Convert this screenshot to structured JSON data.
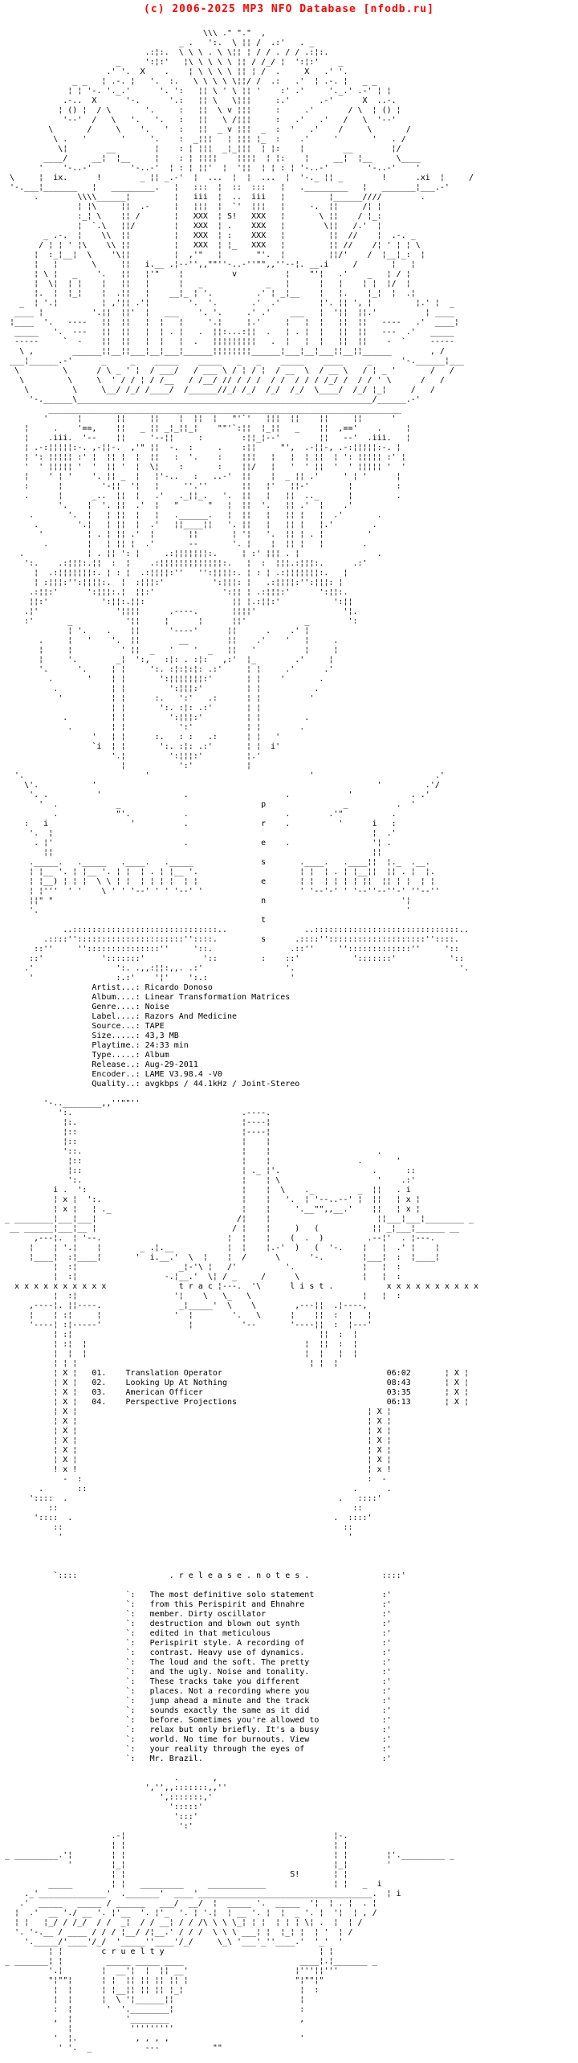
{
  "header": {
    "copyright": "(c) 2006-2025 MP3 NFO Database [nfodb.ru]",
    "color": "#ff0000"
  },
  "release_info": {
    "fields": [
      {
        "label": "Artist...:",
        "value": "Ricardo Donoso"
      },
      {
        "label": "Album....:",
        "value": "Linear Transformation Matrices"
      },
      {
        "label": "Genre....:",
        "value": "Noise"
      },
      {
        "label": "Label....:",
        "value": "Razors And Medicine"
      },
      {
        "label": "Source...:",
        "value": "TAPE"
      },
      {
        "label": "Size.....:",
        "value": "43,3 MB"
      },
      {
        "label": "Playtime.:",
        "value": "24:33 min"
      },
      {
        "label": "Type.....:",
        "value": "Album"
      },
      {
        "label": "Release..:",
        "value": "Aug-29-2011"
      },
      {
        "label": "Encoder..:",
        "value": "LAME V3.98.4 -V0"
      },
      {
        "label": "Quality..:",
        "value": "avgkbps / 44.1kHz / Joint-Stereo"
      }
    ]
  },
  "track_list": {
    "section_words": "t r a c   l i s t .",
    "x_border": "x x x x x x x x x x",
    "tracks": [
      {
        "number": "01.",
        "title": "Translation Operator",
        "duration": "06:02"
      },
      {
        "number": "02.",
        "title": "Looking Up At Nothing",
        "duration": "08:43"
      },
      {
        "number": "03.",
        "title": "American Officer",
        "duration": "03:35"
      },
      {
        "number": "04.",
        "title": "Perspective Projections",
        "duration": "06:13"
      }
    ]
  },
  "release_notes": {
    "title": ". r e l e a s e . n o t e s .",
    "lines": [
      "The most definitive solo statement",
      "from this Perispirit and Ehnahre",
      "member. Dirty oscillator",
      "destruction and blown out synth",
      "edited in that meticulous",
      "Perispirit style. A recording of",
      "contrast. Heavy use of dynamics.",
      "The loud and the soft. The pretty",
      "and the ugly. Noise and tonality.",
      "These tracks take you different",
      "places. Not a recording where you",
      "jump ahead a minute and the track",
      "sounds exactly the same as it did",
      "before. Sometimes you're allowed to",
      "relax but only briefly. It's a busy",
      "world. No time for burnouts. View",
      "your reality through the eyes of",
      "Mr. Brazil."
    ]
  },
  "art": {
    "tokens": {
      "left_numeral": "ix.",
      "right_numeral": ".xi",
      "group_initials": "S!",
      "presents_vertical": "p r e s e n t s :",
      "proudly_script": "proudly",
      "bottom_word": "c r u e l t y"
    },
    "top": [
      "",
      "                                          \\\\\\ .\" \".\"  ,",
      "                                     _ .   ':.  \\ ¦¦ /  .:'   . _",
      "                              .:¦:.  \\ \\ \\ . \\ \\¦¦ ¦ / / . / / .:¦:.",
      "                        _     ':¦:'   ¦\\ \\ \\ \\ \\ ¦¦ / /_/ ¦  ':¦:'    _",
      "                      .' '.  X    .    ¦ \\ \\ \\ \\ ¦¦ ¦ /  .     X   .' '.",
      "               _ _   ¦ .-. ¦   '.  :.   \\ \\ \\ \\ \\¦¦/ /  .:   .'  ¦ .-. ¦   _ _",
      "              ¦ ¦ '-. '._.'      '. ':   ¦¦ \\ ' \\ ¦¦ '    :' .'     '._.' .-' ¦ ¦",
      "             .-..  X      '-.      '.:   ¦¦ \\   \\¦¦¦     :.'      .-'      X  ..-.",
      "            ¦ () ¦  / \\       '.     :   ¦¦  \\ v ¦¦¦     :     .'       / \\  ¦ () ¦",
      "             '--'  /   \\   '.   '.   :   ¦¦   \\ /¦¦¦     :   .'   .'   /   \\  '--'",
      "          \\       /     \\    '.   '  :   ¦¦  _ v ¦¦¦  _  :  '   .'    /     \\       /",
      "           \\ .   '       '     '.    :  _¦¦¦   ¦ ¦¦¦ ¦_  :    .'     '       '   . /",
      "            \\¦        __        ¦    : ¦ ¦¦¦  _¦_¦¦¦  ¦ ¦:    ¦        __        ¦/",
      "         ____/     __¦  ¦__     ¦    : ¦ ¦¦¦¦    ¦¦¦¦  ¦ ¦:    ¦     __¦  ¦__     \\____",
      "        '    '-..-'        '-..-'  ¦ : ¦ ¦¦'  ¦  '¦¦  ¦ ¦ : ¦ '-..-'        '-..-'    '",
      "  \\     ¦  ix.      !        _ ¦¦ _.-'  ¦  ...  ¦  ¦  ...  ¦  '-._ ¦¦ _        !      .xi  ¦     /",
      "  '-.___¦_______   ¦   _________.   ¦   :::  ¦  ::  :::   ¦   ._________   ¦   _______¦___.-'",
      "       .        \\\\\\\\______¦         ¦   iii  ¦  ..  iii   ¦         ¦______////        .",
      "                ¦ ¦\\     ¦¦  .-     ¦   ¦¦¦  ¦  `'  ¦¦¦   ¦     -.  ¦¦     /¦ ¦",
      "                :_¦ \\    ¦¦ /       ¦   XXX  ¦ S!   XXX   ¦       \\ ¦¦    / ¦_:",
      "                ¦  `.\\   ¦¦/        ¦   XXX  ¦ .    XXX   ¦        \\¦¦   /.'  ¦",
      "         _ .-.  ¦    \\\\  ¦¦         ¦   XXX  ¦ :    XXX   ¦         ¦¦  //    ¦  .-. _",
      "        / ¦ ¦ ' ¦\\    \\\\ ¦¦         ¦   XXX  ¦ ¦_   XXX   ¦         ¦¦ //    /¦ ' ¦ ¦ \\",
      "       ¦  :_¦__¦  \\    '\\¦¦         ¦  ,'\"   ¦       \"'.  ¦         ¦¦/'    /  ¦__¦_:  ¦",
      "       ¦   ¦       \\     ¦¦   i.__ .¦--'',,\"\"''-..-''\"\",,''--¦. __.i     /       ¦   ¦",
      "       ¦ \\ ¦   _    '.   ¦¦   ¦'\"    ¦          v          ¦    \"'¦   .'    _   ¦ / ¦",
      "       ¦  \\¦  ¦ ¦    ¦   ¦¦   ¦      ¦   _             _   ¦      ¦   ¦    ¦ ¦  ¦/  ¦",
      "       ¦.  ¦  ¦_¦    ¦  .¦¦   ¦    __¦_ ¦ '.         .' ¦ _¦__    ¦   ¦.    ¦_¦  ¦  .¦",
      "    _  ¦ '.¦         ¦ ,'¦¦ .'¦        '.  '.       .'  .'        ¦'. ¦¦ ', ¦         ¦.' ¦  _",
      "   ____ ¦          '.¦¦  ¦¦'  ¦   ___    '. '.     .' .'    ___   ¦  '¦¦  ¦¦.'          ¦ ____",
      "  ¦____  '.   ----   ¦¦  ¦¦   ¦  ¦   ¦     '.¦     ¦.'     ¦   ¦  ¦   ¦¦  ¦¦   ----   .'  ____¦",
      "   _____   '.  ---   ¦¦  ¦¦   ¦  ¦ . ¦   .  ¦¦:...:¦¦  .   ¦ . ¦  ¦   ¦¦  ¦¦   ---  .'   _____",
      "   -----     `  -    ¦¦  ¦¦   ¦  ¦   ¦  .   ¦¦¦¦¦¦¦¦¦   .  ¦   ¦  ¦   ¦¦  ¦¦    -  `     -----",
      "    \\ ,        ______¦¦__¦¦___¦__¦___¦______¦¦¦¦¦¦¦¦______¦___¦__¦___¦¦__¦¦______        , /",
      "  ___¦______.-'      _     _    _____    _____   _   _    _____    ____     _      '-.______¦___",
      "   \\         \\      / \\ _ ' ¦  / ___/   / ___ \\ / ¦ / ¦  / __  \\  / __ \\   / ¦ _ '       /   /",
      "    \\         \\     \\  ' / / ¦ / /__   / /__/ // / / /  / /  / / / /_/ /  / / ' \\      /   /",
      "     \\         \\     \\__/ /_/ /____/  /______//_/ /_/  /_/  /_/  \\____/  /_/ ¦_¦     /   /",
      "      '-.______\\_____________________________________________________________/______.-'",
      "          _________________________________________________________________________",
      "         '      ¦       ¦¦     ¦¦    ¦  ¦¦  ¦   \"'`'   ¦¦¦  ¦¦    ¦¦     ¦¦      '",
      "     ¦     .    '==,    ¦¦   _ ¦¦ _¦_¦¦_¦    \"\"'`:¦¦  ¦_¦¦   _    ¦¦  ,=='    .     ¦",
      "     ¦    .iii.  '--    ¦¦     '--¦¦     :        :¦¦_¦--'        ¦¦   --'  .iii.   ¦",
      "     ¦ .-:¦¦¦¦¦:-. ,-¦¦-.  ,'\" ¦¦  -.  :     .    :¦¦     \"',  .-¦¦-, .-:¦¦¦¦¦:-. ¦",
      "     ¦ ': ¦¦¦¦¦ :' ¦  ¦¦ ¦  ¦  ¦¦   :  '.    :    ¦¦¦   ¦   ¦  ¦ ¦¦  ¦ ': ¦¦¦¦¦ :' ¦",
      "     '  ' ¦¦¦¦¦ '  '  ¦¦ '  ¦  \\¦    :       :    ¦¦/   ¦   '  ' ¦¦  '  ' ¦¦¦¦¦ '  '",
      "     ¦    ' ¦ '    '. ¦¦ _  ¦   ¦'-..   :   ..-'  ¦¦    ¦  _ ¦¦ .'     ' ¦ '      ¦",
      "     :      ¦        '-¦¦  '¦   ¦     ''.''       ¦¦   ¦'   ¦¦-'        ¦         :",
      "     .      ¦      _..  ¦¦  ¦   .'   ._¦¦_.   '.  ¦¦   ¦   ¦¦  .._      ¦         .",
      "            '.    ¦  '. ¦¦  .'  ¦   \"      \"   ¦  ¦¦  '.   ¦¦ .'  ¦    .'",
      "      .       '.  ¦   ¦ ¦¦  ¦   ¦   .______.   ¦  ¦¦   ¦   ¦¦ ¦   ¦  .'       .",
      "       .        '.¦   ¦ ¦¦  ¦  .'   ¦¦____¦¦   '. ¦¦   ¦   ¦¦ ¦   ¦.'        .",
      "        '         ¦ . ¦ ¦¦ .'  ¦       ¦¦       ¦ '¦   '.  ¦¦ ¦ . ¦         '",
      "         .        ¦   ¦ ¦¦ ¦  .'       --       '. ¦    ¦  ¦¦ ¦   ¦        .",
      "    .             ¦ . ¦¦ ': ¦     .:¦¦¦¦¦¦¦:.     ¦ :' ¦¦¦ . ¦                .",
      "     ':.    .:¦¦¦:.¦¦  :  ¦    .:¦¦¦¦¦¦¦¦¦¦¦¦¦:.   ¦  :  ¦¦¦.:¦¦¦:.      .:'",
      "       ¦  .:¦¦¦¦¦¦¦:. ¦ : ¦  .:¦¦¦¦:''   '':¦¦¦¦:. ¦ : ¦ .:¦¦¦¦¦¦¦:.   ¦",
      "       ¦ :¦¦¦:'':¦¦¦¦:.  ¦  :¦¦¦:'          ':¦¦¦: ¦   .:¦¦¦¦:'':¦¦¦: ¦",
      "      .:¦¦:'      ':¦¦¦:.¦  ¦¦:'              ':¦¦ ¦ .:¦¦¦:'      ':¦¦:.",
      "      ¦¦:'           ':¦¦:.¦¦:                  ¦¦ ¦.:¦¦:'           ':¦¦",
      "     .¦'                '¦¦¦¦      .----.       ¦¦¦¦'                  '¦.",
      "     :'       _           '¦¦     ¦      ¦      ¦¦'            _        ':",
      "              ¦ '.    .    ¦¦      '----'      ¦¦      .    .' ¦",
      "        .     ¦   '    '.  ¦¦        __        ¦¦    .'    '   ¦     .",
      "        ¦     ¦          ' ¦¦  _   '    '  _   ¦¦   '          ¦     ¦",
      "        ¦     '.        _¦  ':,   :¦: . :¦:   ,:'  ¦_        .'     ¦",
      "        '.      '.     ¦ ¦     ':. :¦:¦:¦: .:'     ¦ ¦     .'      .'",
      "          .       '    ¦ ¦       ':¦¦¦¦¦¦¦:'       ¦ ¦    '       .",
      "           .           ¦ ¦         ':¦¦¦:'         ¦ ¦           .",
      "            '          ¦ ¦      :.   ':'   .:      ¦ ¦          '",
      "                       ¦ ¦       ':. :¦: .:'       ¦ ¦",
      "             .         ¦ ¦         ':¦¦¦:'         ¦ ¦         .",
      "              .        ¦ ¦           ':'           ¦ ¦        .",
      "                   '   ¦ ¦      :.   : :   .:      ¦ ¦   '",
      "                   `i  ¦ ¦       ':. :¦: .:'       ¦ ¦  i'",
      "                       '.¦         ':¦¦¦:'         ¦.'",
      "                         ¦           ':'           ¦",
      "   '.                         '                                 '                         .'",
      "     \\'.           '                                                          '         .'/",
      "      '. .          '                 .                    .            '            . .'",
      "        '  .            _                             p                _          .  '",
      "           .            \"'.           .                    .        .'\"          .",
      "     :   i                 '          .               r    .          '      i   :",
      "      '.  ¦                                                                  ¦  .'",
      "       . ¦'                           .               e    .                 '¦ .",
      "         ¦¦                                                                  ¦¦",
      "      ._____.   ._____   .____.   ._____              s       .____.   .____¦¦  ¦._  .__.",
      "      ¦ ¦__ '. ¦ ¦__ '. ¦ ¦  ¦ . ¦ ¦__ '.                     ¦ ¦  ¦ . ¦ ¦__¦¦  ¦¦ . ¦  ¦.",
      "      ¦ ¦__) ¦ ¦ ¦  \\ \\ ¦ ¦  ¦ ¦ ¦ ¦  ¦ ¦             e       ¦ ¦  ¦ ¦ ¦ ¦ ¦¦  ¦¦ ¦ ¦  ¦ ¦",
      "      ¦ ¦'''  ' '    \\ ' ' '--' ' ' '--' '                    ' '--'-' ' '--''--''-' ''--''",
      "      ¦¦\" \"                                           n                            '¦",
      "      '.                                                                            '",
      "                                                      t",
      "             ..::::::::::::::::::::::::::::::..                ..::::::::::::::::::::::::::::::..",
      "         .::::''::::::::::::::::::::::''::::.         s      .::::''::::::::::::::::::::''::::.",
      "       ::''     '':::::::::::::::''     '::.                .::''     '':::::::::::::''     '::",
      "      ::'            ':::::::'            '::         :    ::'           ':::::::'           '::",
      "     .'                 ':. .,,:¦¦:,,. .:'                 '.                                  '.",
      "      '                 :.:'    '¦'    ':.:                 '"
    ],
    "middle": [
      "",
      "         '-..________,,''\"\"''",
      "            ':.                                   .----.",
      "             ¦:.                                  ¦----¦",
      "             ¦::                                  ¦----¦",
      "             ¦::                                  ¦    ¦",
      "             '::.                                 ¦    ¦                      .",
      "              ¦::                                 ¦    ¦                  .       '",
      "              ¦::                                 ¦ ._ ¦'.                   .      ::",
      "              ':.                                 ¦    ¦ \\                    '    .:'",
      "           i .  ':                                ¦    ¦  \\    ._         _  ¦¦   . i",
      "           ¦ x ¦  ':.                             ¦    ¦   '.  ¦ '--..--' ¦  ¦¦   ¦ x ¦",
      "           ¦ x ¦   ¦ ._                           ¦    ¦     '.__\"\",,__.'    ¦¦   ¦ x ¦",
      " _ ________¦___¦___¦                             /¦    ¦                      ¦¦___¦___¦________ _",
      "  __ ______¦___¦__ ¦                            / ¦    ¦     )   (           ¦¦ _¦___¦______ __",
      "       ,---¦.  ¦ '--.                          ¦  ¦    ¦    (  .  )         .--¦'  . ¦---.",
      "      ¦    ¦ '.¦    ¦        _ .¦.__           ¦  ¦    ¦.-'  )   (  '-.    ¦   ¦  .' ¦    ¦",
      "      ¦____¦  :¦____¦       '  i.__.'  \\  ¦    ¦  /      \\      '-.        ¦___¦  :  ¦____¦",
      "           ¦  :¦                     _¦-'\\ ¦   /'          '.              ¦   ¦  :",
      "           ¦  :¦                  -.¦__.'  \\¦ / _     /      \\             ¦   ¦  :",
      "   x x x x x x x x x x               t r a c ¦---.  '\\      l i s t .           x x x x x x x x x x",
      "           ¦  :¦                    '¦    \\   \\_   \\                       ¦   ¦  :",
      "      ,----¦. ¦¦----.                _¦_____'  \\    \\        ,---¦¦  .¦----,",
      "      ¦    ¦ :¦     ¦               '  ¦        '.   \\      ¦    ¦¦  :  ¦   ¦",
      "      '----¦ :¦-----'                  ¦          '--       '----¦¦  :  ¦---'",
      "           ¦ :¦                                                   ¦¦  :  ¦",
      "           ¦ :¦  ¦                                             ¦  ¦¦  :  ¦",
      "           ¦  ¦  ¦                                             ¦  ¦   ¦  ¦",
      "           ¦ ¦ ¦                                                ¦ ¦  ¦"
    ],
    "lower": [
      "           ¦ X ¦                                                            ¦ X ¦",
      "           ¦ X ¦                                                            ¦ X ¦",
      "           ¦ X ¦                                                            ¦ X ¦",
      "           ¦ X ¦                                                            ¦ X ¦",
      "           ¦ X ¦                                                            ¦ X ¦",
      "           ¦ X ¦                                                            ¦ X ¦",
      "           ! x !                                                            ¦ x !",
      "             -  :                                                           :  -",
      "        .       ::                                                       .      .",
      "      '::::  .                                                        .   ::::'",
      "          ::                                                             ::",
      "       '::::  .                                                      .  ::::'",
      "           ::                                                          ::",
      "            '                                                           '",
      "",
      "",
      "",
      ""
    ],
    "bottom": [
      "",
      "                                    .       ,",
      "                              ','',,:::::::,,''",
      "                                 ',:::::::,'",
      "                                   ':::::'",
      "                                    ':::'",
      "                                     ':'",
      "                       .-¦                                           ¦-.",
      "                       ¦ ¦                                           ¦ ¦",
      " _ _________.'¦        ¦ ¦                                           ¦ ¦        ¦'._________ _",
      "              '        ¦_¦                                           ¦_¦        '",
      "                       ¦ ¦                                  S!       ¦ ¦",
      "          _____        ¦ ¦   _________     ____________              ¦ ¦   _  i",
      "     ._'______________'  ._______'  ____'____________________________________.  ¦ i",
      "    .'  _____   _____ / ______   ___/  __/  ¦  _____ '.  _____  '¦  ¦ . ¦  . ¦",
      "   ¦  .'  __ './ __ '. ¦'__  '. ¦'_  '. ¦ '.¦  ¦ __ '. ¦  ¦  _ '. ¦  '¦  ¦ , /",
      "   ¦ ¦   ¦_/ / /_/  / /  _¦  / / __¦ / / /\\ \\ \\ \\_¦ ¦ ¦  ¦ ¦ ¦ \\¦ .  ¦  ¦ /",
      "   '. '-.__ / ____ / / / ¦__/ /¦__.' / / /  \\ \\ \\ ___¦ ¦  ¦_¦ ¦  ¦ '  ¦ /",
      "     '._____/'____'/_/  '_____''____'/_/     \\_\\ '___'_''____.'  '_'  '",
      "          ¦ ¦        c r u e l t y                                ¦ ¦",
      " _ _______¦ ¦         _____ _____ ____                        ____¦.¦_______ _",
      "          '.¦        ¦  __'¦  ¦  ¦¦ __'                      ¦'''¦¦'''",
      "          \"¦\"\"¦      ¦ ¦  ¦¦ ¦¦ ¦¦ ¦¦ ¦                      \"¦\"\"¦\"",
      "           ¦  ¦      ¦ ¦__¦¦ ¦¦ ¦¦ ¦_¦                        ¦  :",
      "           ¦  ¦      ¦  \\ '¦______¦¦                          ¦",
      "           :  ¦       '  '.________¦                          :",
      "           ,  ¦           '________                           ,",
      "              ¦            '''''''''",
      "           '  ¦.            , , , ,                           '",
      "            ' '.  _           ---           \"\""
    ]
  }
}
